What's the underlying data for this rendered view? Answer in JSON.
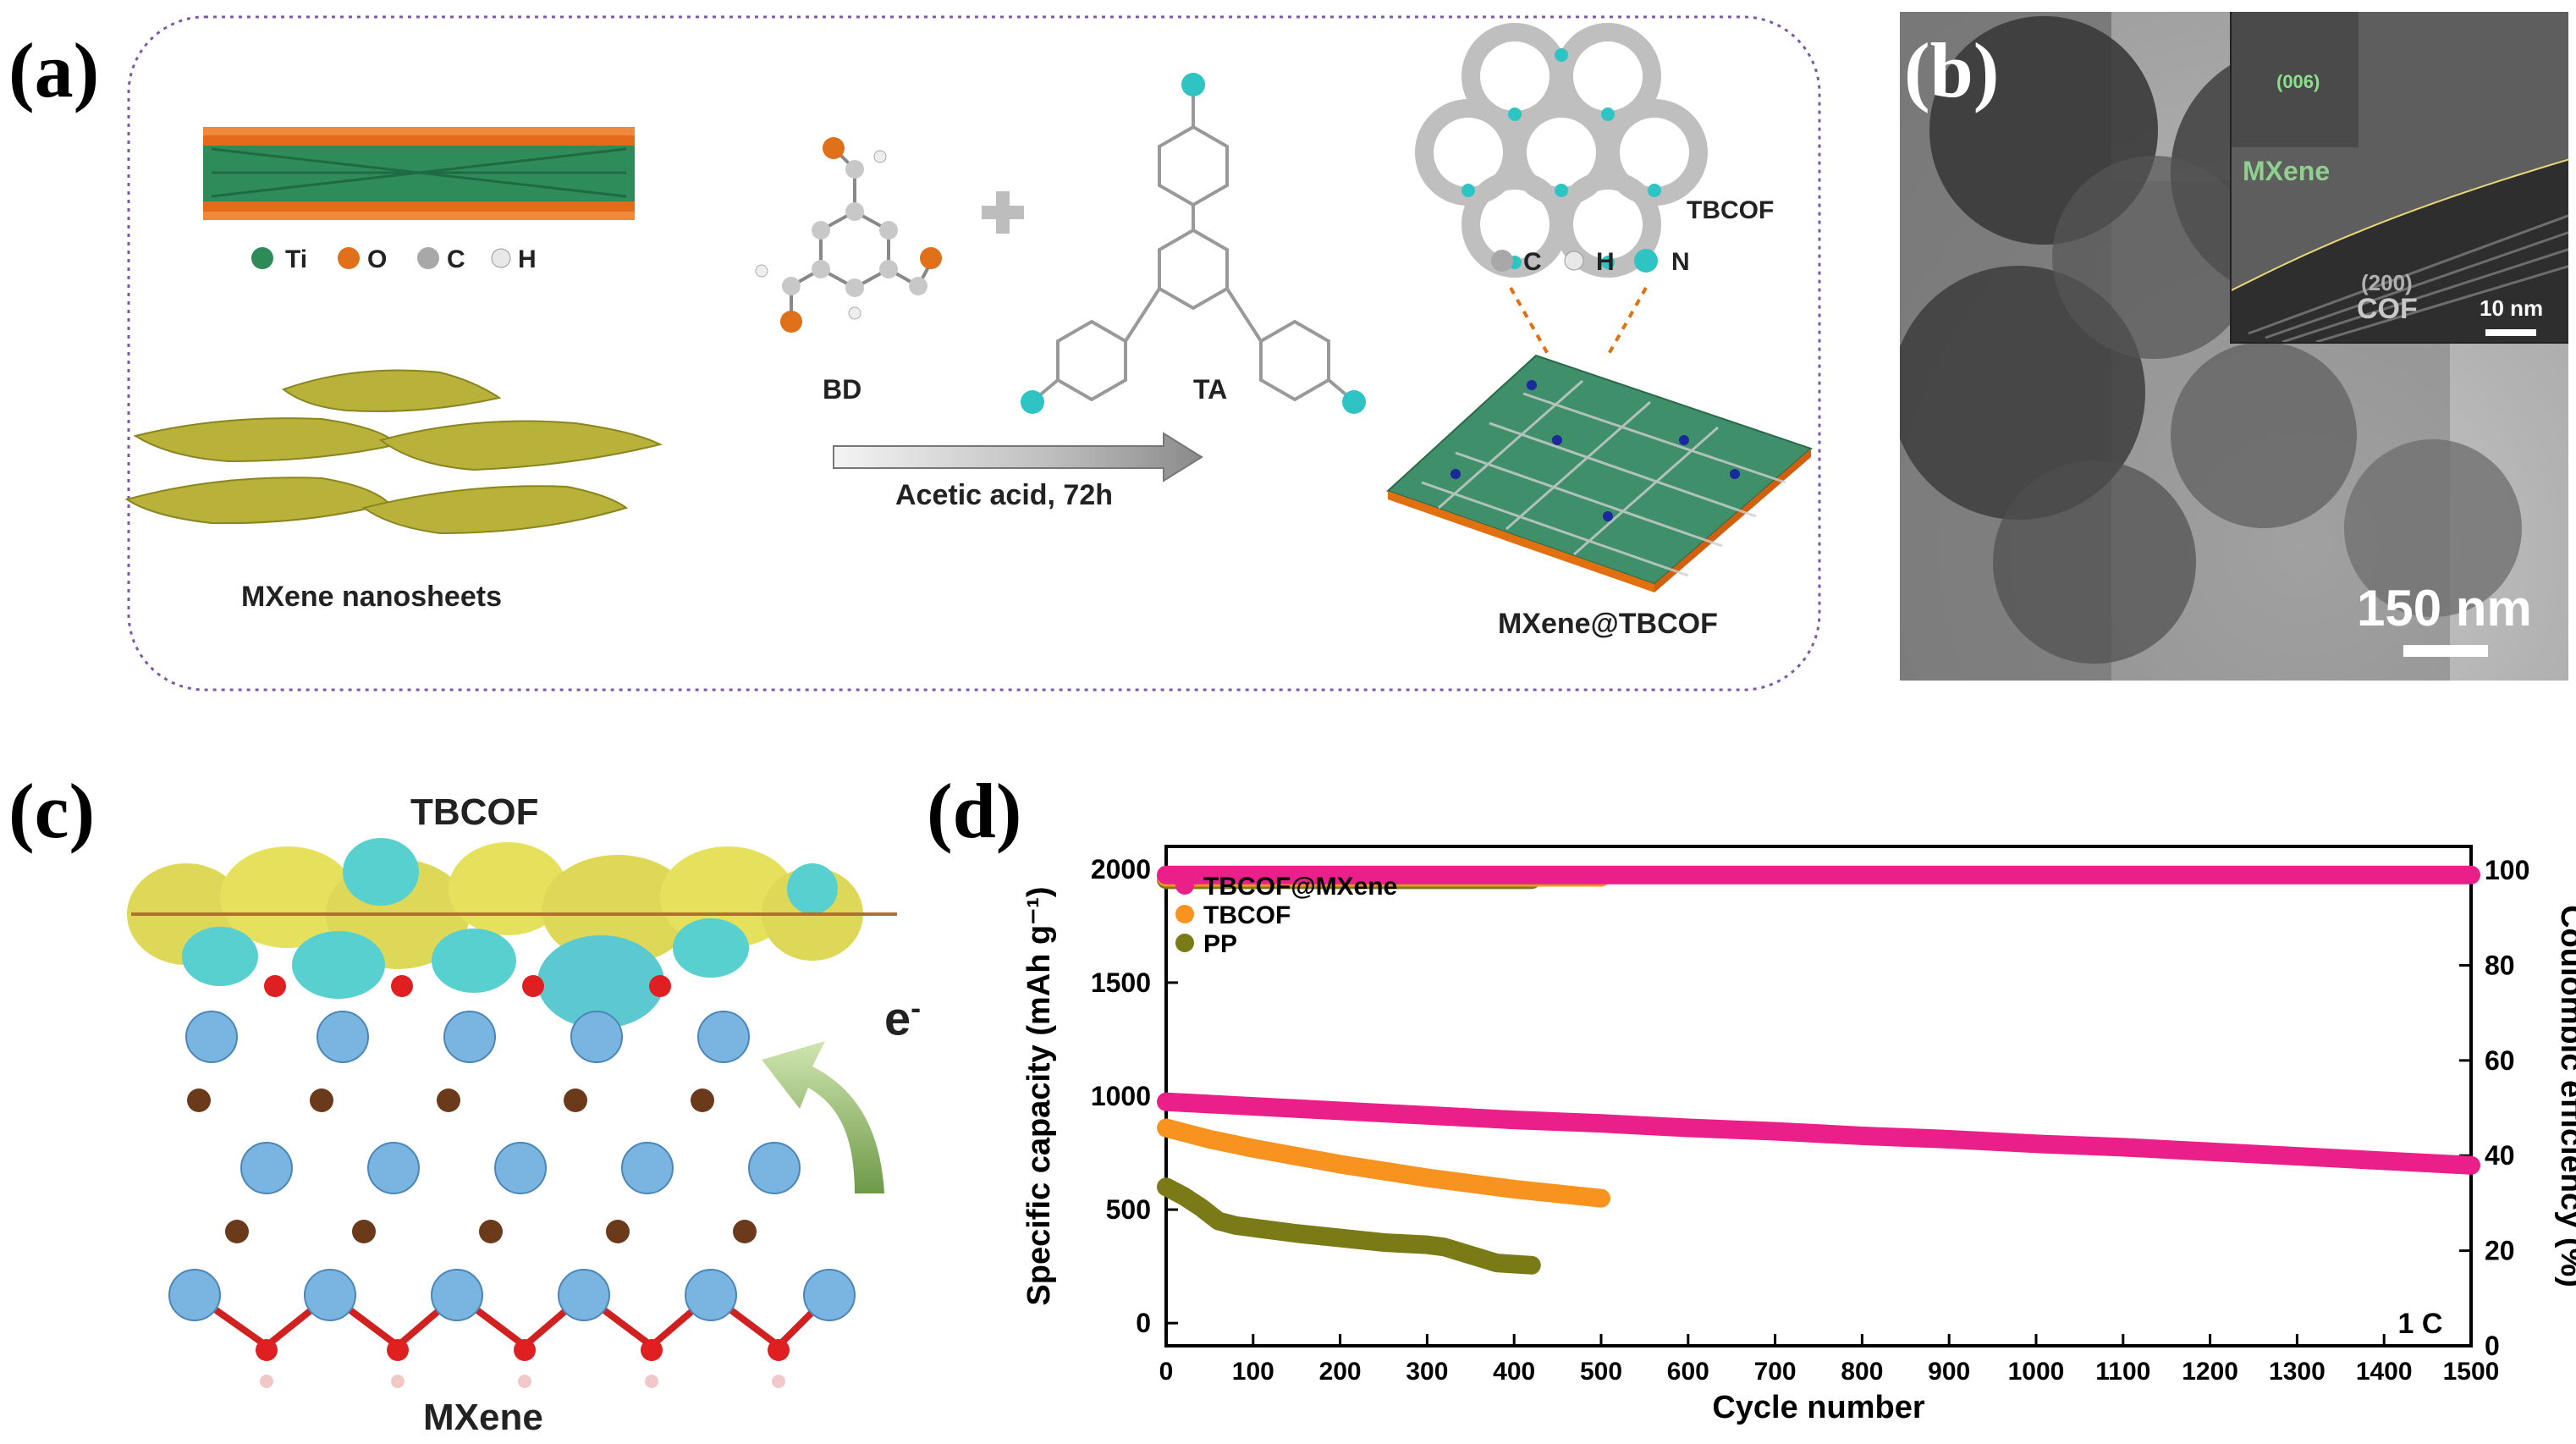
{
  "panels": {
    "a": {
      "label": "(a)",
      "legend_ti": "Ti",
      "legend_o": "O",
      "legend_c": "C",
      "legend_h": "H",
      "bd_label": "BD",
      "ta_label": "TA",
      "tbcof_label": "TBCOF",
      "legend2_c": "C",
      "legend2_h": "H",
      "legend2_n": "N",
      "arrow_label": "Acetic acid, 72h",
      "mxene_label": "MXene nanosheets",
      "product_label": "MXene@TBCOF"
    },
    "b": {
      "label": "(b)",
      "inset_lattice": "(006)",
      "inset_mxene": "MXene",
      "inset_200": "(200)",
      "inset_cof": "COF",
      "inset_scale": "10 nm",
      "scale_text": "150 nm"
    },
    "c": {
      "label": "(c)",
      "top_label": "TBCOF",
      "electron_label": "e",
      "electron_sup": "-",
      "bottom_label": "MXene"
    },
    "d": {
      "label": "(d)",
      "rate_label": "1 C"
    }
  },
  "colors": {
    "tbcof_mxene": "#ea1f8a",
    "tbcof": "#f7931e",
    "pp": "#7a7a16",
    "mxene_sheet": "#b9b23a",
    "ti_atom": "#2e8b57",
    "o_atom": "#e0701a",
    "n_atom": "#2ec4c4",
    "c_atom": "#9a9a9a"
  },
  "chart_data": {
    "type": "scatter",
    "xlabel": "Cycle number",
    "ylabel": "Specific capacity (mAh g⁻¹)",
    "y2label": "Coulombic efficiency (%)",
    "xlim": [
      0,
      1500
    ],
    "ylim": [
      -100,
      2100
    ],
    "y2lim": [
      0,
      105
    ],
    "xticks": [
      "0",
      "100",
      "200",
      "300",
      "400",
      "500",
      "600",
      "700",
      "800",
      "900",
      "1000",
      "1100",
      "1200",
      "1300",
      "1400",
      "1500"
    ],
    "yticks": [
      "0",
      "500",
      "1000",
      "1500",
      "2000"
    ],
    "y2ticks": [
      "0",
      "20",
      "40",
      "60",
      "80",
      "100"
    ],
    "legend_position": "upper-left",
    "series": [
      {
        "name": "TBCOF@MXene",
        "capacity": {
          "x": [
            0,
            100,
            200,
            300,
            400,
            500,
            600,
            700,
            800,
            900,
            1000,
            1100,
            1200,
            1300,
            1400,
            1500
          ],
          "y": [
            975,
            955,
            935,
            915,
            895,
            880,
            860,
            845,
            825,
            810,
            790,
            775,
            755,
            735,
            715,
            695
          ]
        },
        "ce": {
          "x": [
            0,
            1500
          ],
          "y": [
            99,
            99
          ]
        }
      },
      {
        "name": "TBCOF",
        "capacity": {
          "x": [
            0,
            50,
            100,
            150,
            200,
            250,
            300,
            350,
            400,
            450,
            500
          ],
          "y": [
            860,
            810,
            770,
            735,
            700,
            670,
            640,
            615,
            590,
            570,
            550
          ]
        },
        "ce": {
          "x": [
            0,
            500
          ],
          "y": [
            98.5,
            98.5
          ]
        }
      },
      {
        "name": "PP",
        "capacity": {
          "x": [
            0,
            20,
            40,
            60,
            80,
            100,
            150,
            200,
            250,
            300,
            320,
            350,
            380,
            420
          ],
          "y": [
            600,
            560,
            510,
            450,
            430,
            420,
            395,
            375,
            355,
            345,
            335,
            300,
            265,
            255
          ]
        },
        "ce": {
          "x": [
            0,
            420
          ],
          "y": [
            98,
            98
          ]
        }
      }
    ]
  }
}
